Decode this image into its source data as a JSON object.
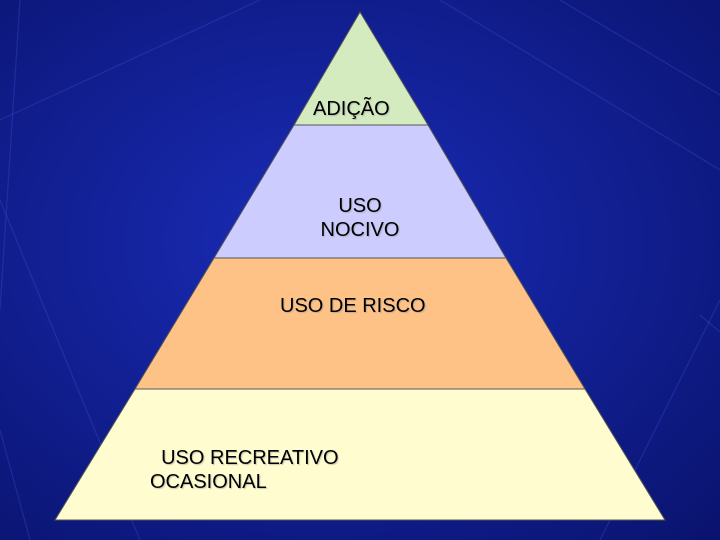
{
  "colors": {
    "background_center": "#1a2cb8",
    "background_edge": "#0a1470",
    "tier_adicao": "#d4ebc0",
    "tier_uso_nocivo": "#ccccff",
    "tier_uso_de_risco": "#ffc286",
    "tier_uso_recreativo": "#fffdd0",
    "outline": "#555555"
  },
  "pyramid": {
    "tiers": [
      {
        "id": "adicao",
        "label": "ADIÇÃO"
      },
      {
        "id": "uso-nocivo",
        "label": "USO\nNOCIVO"
      },
      {
        "id": "uso-de-risco",
        "label": "USO DE RISCO"
      },
      {
        "id": "uso-recreativo",
        "label": "  USO RECREATIVO\nOCASIONAL"
      }
    ]
  }
}
